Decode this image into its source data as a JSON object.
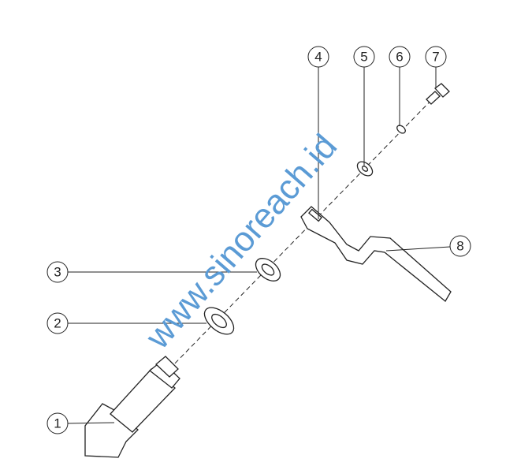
{
  "callouts": [
    "1",
    "2",
    "3",
    "4",
    "5",
    "6",
    "7",
    "8"
  ],
  "watermark": "www.sinoreach.id",
  "colors": {
    "line": "#222222",
    "watermark": "#5b9bd5"
  }
}
